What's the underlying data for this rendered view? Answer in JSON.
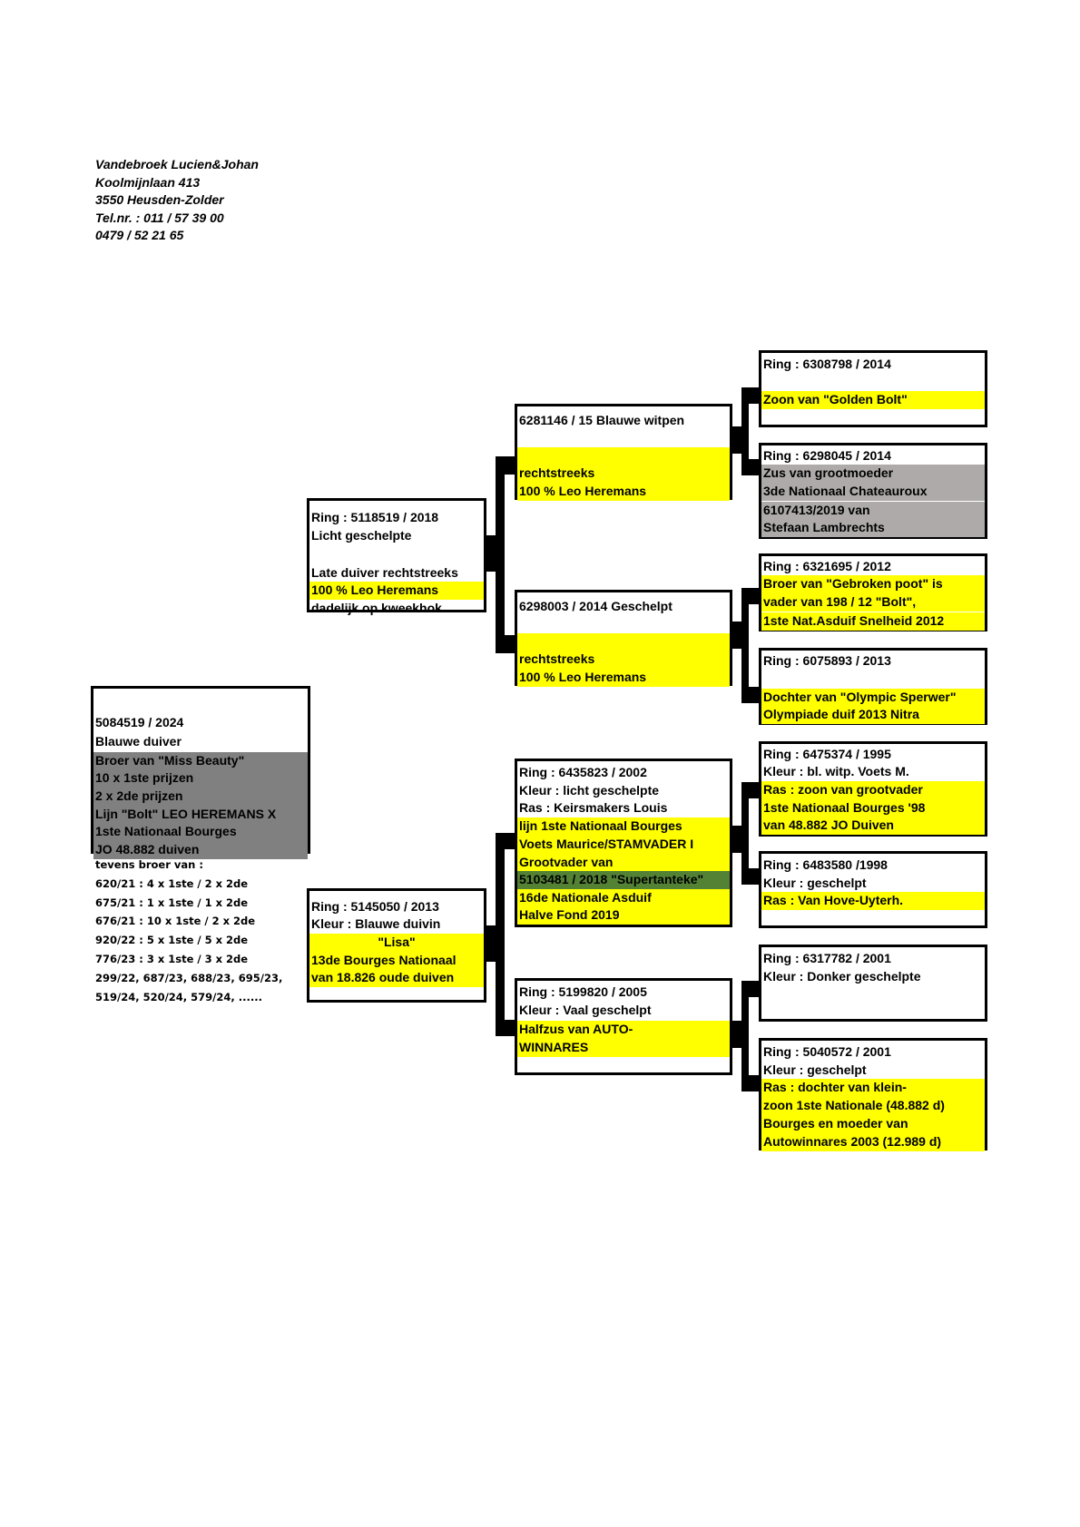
{
  "header": [
    "Vandebroek Lucien&Johan",
    "Koolmijnlaan 413",
    "3550 Heusden-Zolder",
    "Tel.nr. : 011 / 57 39 00",
    "0479 / 52 21 65"
  ],
  "colors": {
    "yellow": "#ffff00",
    "gray": "#aeaaaa",
    "darkgray": "#808080",
    "green": "#548235"
  },
  "subject": {
    "lines": [
      {
        "text": "5084519 / 2024",
        "bg": "white"
      },
      {
        "text": "Blauwe duiver",
        "bg": "white"
      },
      {
        "text": "Broer van \"Miss Beauty\"",
        "bg": "darkgray"
      },
      {
        "text": "10 x 1ste prijzen",
        "bg": "darkgray"
      },
      {
        "text": "2 x 2de prijzen",
        "bg": "darkgray"
      },
      {
        "text": "Lijn \"Bolt\" LEO HEREMANS X",
        "bg": "darkgray"
      },
      {
        "text": "1ste Nationaal Bourges",
        "bg": "darkgray"
      },
      {
        "text": "JO 48.882 duiven",
        "bg": "darkgray"
      }
    ],
    "notes": [
      "tevens broer van :",
      "620/21 : 4 x 1ste / 2 x 2de",
      "675/21 : 1 x 1ste / 1 x 2de",
      "676/21 : 10 x 1ste / 2 x 2de",
      "920/22 : 5 x 1ste / 5 x 2de",
      "776/23 : 3 x 1ste / 3 x 2de",
      "299/22, 687/23, 688/23, 695/23,",
      "519/24, 520/24, 579/24, ......"
    ]
  },
  "father": {
    "lines": [
      {
        "text": "Ring : 5118519 / 2018",
        "bg": "white"
      },
      {
        "text": "Licht geschelpte",
        "bg": "white"
      },
      {
        "text": "",
        "bg": "white"
      },
      {
        "text": "Late duiver rechtstreeks",
        "bg": "white"
      },
      {
        "text": "100 % Leo Heremans",
        "bg": "yellow"
      },
      {
        "text": "dadelijk op kweekhok",
        "bg": "white"
      }
    ]
  },
  "mother": {
    "lines": [
      {
        "text": "Ring : 5145050 / 2013",
        "bg": "white"
      },
      {
        "text": "Kleur : Blauwe duivin",
        "bg": "white"
      },
      {
        "text": "\"Lisa\"",
        "bg": "yellow",
        "align": "center"
      },
      {
        "text": "13de Bourges Nationaal",
        "bg": "yellow"
      },
      {
        "text": "van 18.826 oude duiven",
        "bg": "yellow"
      }
    ]
  },
  "ff": {
    "lines": [
      {
        "text": "6281146 / 15 Blauwe witpen",
        "bg": "white"
      },
      {
        "text": "",
        "bg": "white"
      },
      {
        "text": "",
        "bg": "yellow"
      },
      {
        "text": "rechtstreeks",
        "bg": "yellow"
      },
      {
        "text": "100 % Leo Heremans",
        "bg": "yellow"
      }
    ]
  },
  "fm": {
    "lines": [
      {
        "text": "6298003 / 2014 Geschelpt",
        "bg": "white"
      },
      {
        "text": "",
        "bg": "white"
      },
      {
        "text": "",
        "bg": "yellow"
      },
      {
        "text": "rechtstreeks",
        "bg": "yellow"
      },
      {
        "text": "100 % Leo Heremans",
        "bg": "yellow"
      }
    ]
  },
  "mf": {
    "lines": [
      {
        "text": "Ring : 6435823 / 2002",
        "bg": "white"
      },
      {
        "text": "Kleur : licht geschelpte",
        "bg": "white"
      },
      {
        "text": "Ras : Keirsmakers Louis",
        "bg": "white"
      },
      {
        "text": "lijn 1ste Nationaal Bourges",
        "bg": "yellow"
      },
      {
        "text": "Voets Maurice/STAMVADER I",
        "bg": "yellow"
      },
      {
        "text": "Grootvader van",
        "bg": "yellow"
      },
      {
        "text": "5103481 / 2018 \"Supertanteke\"",
        "bg": "green"
      },
      {
        "text": "16de Nationale Asduif",
        "bg": "yellow"
      },
      {
        "text": "Halve Fond 2019",
        "bg": "yellow"
      }
    ]
  },
  "mm": {
    "lines": [
      {
        "text": "Ring :  5199820 / 2005",
        "bg": "white"
      },
      {
        "text": "Kleur : Vaal geschelpt",
        "bg": "white"
      },
      {
        "text": "Halfzus van AUTO-",
        "bg": "yellow"
      },
      {
        "text": "WINNARES",
        "bg": "yellow"
      },
      {
        "text": "",
        "bg": "white"
      }
    ]
  },
  "fff": {
    "lines": [
      {
        "text": "Ring : 6308798 / 2014",
        "bg": "white"
      },
      {
        "text": "",
        "bg": "white"
      },
      {
        "text": "Zoon van \"Golden Bolt\"",
        "bg": "yellow"
      },
      {
        "text": "",
        "bg": "white"
      }
    ]
  },
  "ffm": {
    "lines": [
      {
        "text": "Ring : 6298045 / 2014",
        "bg": "white"
      },
      {
        "text": "Zus van grootmoeder",
        "bg": "gray"
      },
      {
        "text": "3de Nationaal Chateauroux",
        "bg": "gray"
      },
      {
        "text": "6107413/2019 van",
        "bg": "gray"
      },
      {
        "text": "Stefaan Lambrechts",
        "bg": "gray"
      }
    ]
  },
  "fmf": {
    "lines": [
      {
        "text": "Ring : 6321695 / 2012",
        "bg": "white"
      },
      {
        "text": "Broer van \"Gebroken poot\" is",
        "bg": "yellow"
      },
      {
        "text": "vader van 198 / 12   \"Bolt\",",
        "bg": "yellow"
      },
      {
        "text": "1ste Nat.Asduif Snelheid 2012",
        "bg": "yellow"
      }
    ]
  },
  "fmm": {
    "lines": [
      {
        "text": "Ring : 6075893 / 2013",
        "bg": "white"
      },
      {
        "text": "",
        "bg": "white"
      },
      {
        "text": "Dochter van \"Olympic Sperwer\"",
        "bg": "yellow"
      },
      {
        "text": "Olympiade duif 2013 Nitra",
        "bg": "yellow"
      }
    ]
  },
  "mff": {
    "lines": [
      {
        "text": "Ring : 6475374 / 1995",
        "bg": "white"
      },
      {
        "text": "Kleur : bl. witp. Voets M.",
        "bg": "white"
      },
      {
        "text": "Ras : zoon van grootvader",
        "bg": "yellow"
      },
      {
        "text": "1ste Nationaal Bourges '98",
        "bg": "yellow"
      },
      {
        "text": "van 48.882 JO Duiven",
        "bg": "yellow"
      }
    ]
  },
  "mfm": {
    "lines": [
      {
        "text": "Ring : 6483580 /1998",
        "bg": "white"
      },
      {
        "text": "Kleur : geschelpt",
        "bg": "white"
      },
      {
        "text": "Ras : Van Hove-Uyterh.",
        "bg": "yellow"
      },
      {
        "text": "",
        "bg": "white"
      }
    ]
  },
  "mmf": {
    "lines": [
      {
        "text": "Ring : 6317782 / 2001",
        "bg": "white"
      },
      {
        "text": "Kleur : Donker geschelpte",
        "bg": "white"
      },
      {
        "text": "",
        "bg": "white"
      },
      {
        "text": "",
        "bg": "white"
      }
    ]
  },
  "mmm": {
    "lines": [
      {
        "text": "Ring : 5040572 / 2001",
        "bg": "white"
      },
      {
        "text": "Kleur : geschelpt",
        "bg": "white"
      },
      {
        "text": "Ras : dochter van klein-",
        "bg": "yellow"
      },
      {
        "text": "zoon 1ste Nationale (48.882 d)",
        "bg": "yellow"
      },
      {
        "text": "Bourges en moeder van",
        "bg": "yellow"
      },
      {
        "text": "Autowinnares 2003 (12.989 d)",
        "bg": "yellow"
      }
    ]
  }
}
